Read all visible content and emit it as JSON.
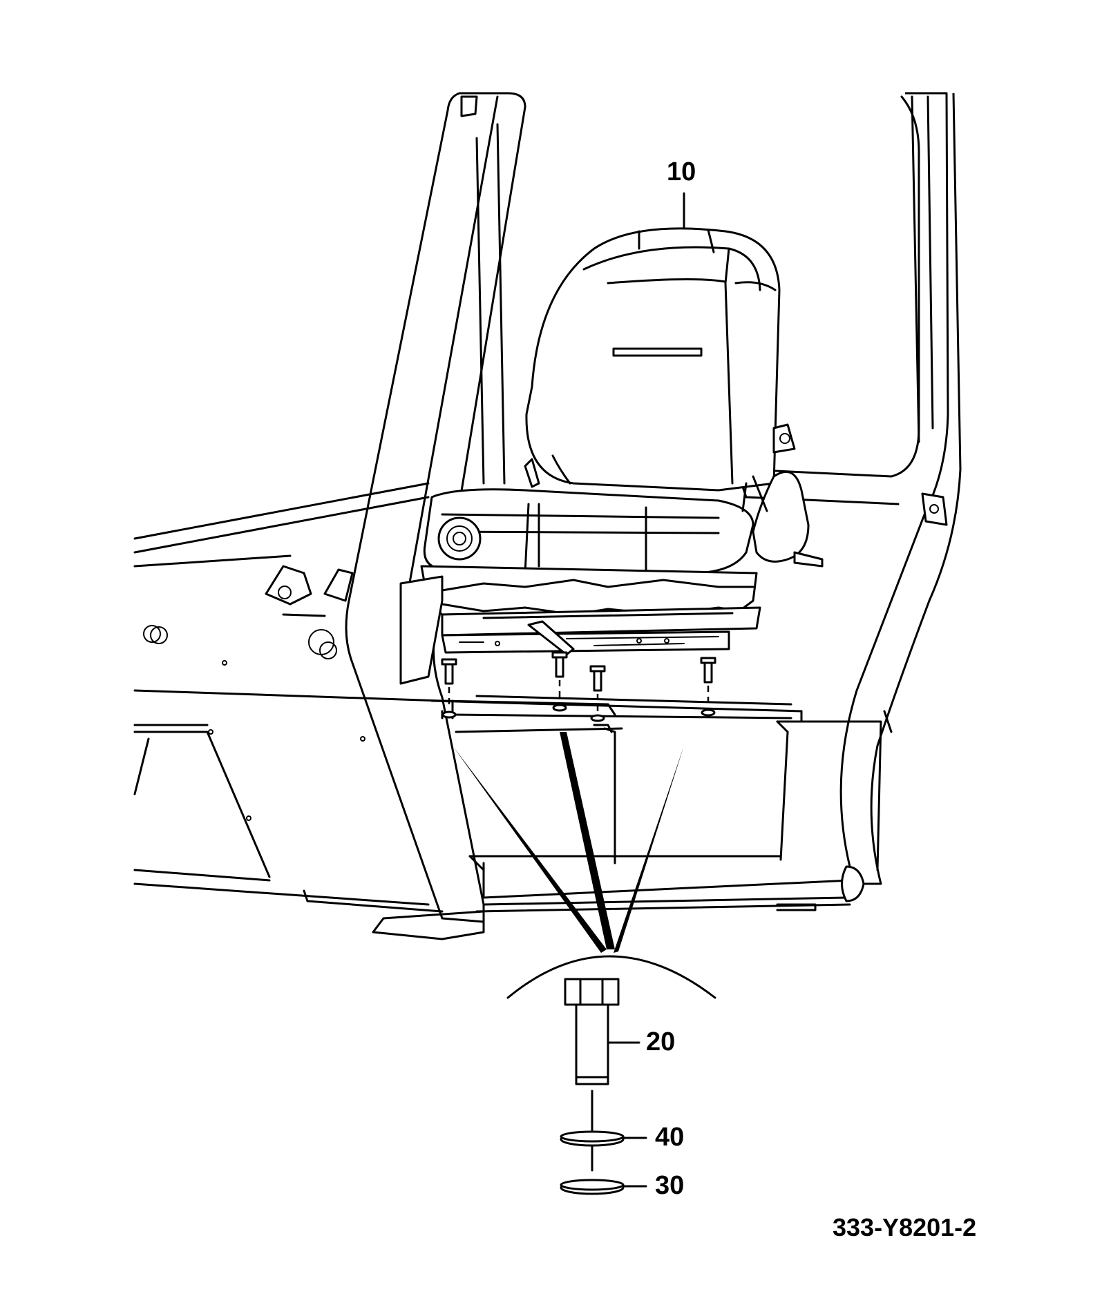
{
  "callouts": {
    "seat": "10",
    "bolt": "20",
    "washer_upper": "40",
    "washer_lower": "30"
  },
  "drawing_number": "333-Y8201-2",
  "line_color": "#000000",
  "background_color": "#ffffff"
}
